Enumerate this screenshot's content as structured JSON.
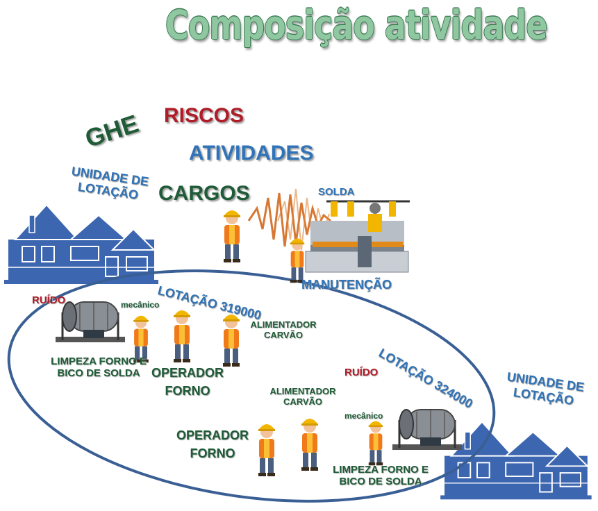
{
  "title": "Composição atividade",
  "labels": {
    "ghe": "GHE",
    "riscos": "RISCOS",
    "atividades": "ATIVIDADES",
    "cargos": "CARGOS",
    "unidade_top_1": "UNIDADE DE",
    "unidade_top_2": "LOTAÇÃO",
    "solda": "SOLDA",
    "manutencao": "MANUTENÇÃO",
    "lotacao_1": "LOTAÇÃO 319000",
    "lotacao_2": "LOTAÇÃO 324000",
    "unidade_bottom_1": "UNIDADE DE",
    "unidade_bottom_2": "LOTAÇÃO"
  },
  "group1": {
    "ruido": "RUÍDO",
    "mecanico": "mecânico",
    "limpeza_1": "LIMPEZA FORNO E",
    "limpeza_2": "BICO DE SOLDA",
    "operador_1": "OPERADOR",
    "operador_2": "FORNO",
    "alimentador_1": "ALIMENTADOR",
    "alimentador_2": "CARVÃO"
  },
  "group2": {
    "ruido": "RUÍDO",
    "mecanico": "mecânico",
    "limpeza_1": "LIMPEZA FORNO E",
    "limpeza_2": "BICO DE SOLDA",
    "operador_1": "OPERADOR",
    "operador_2": "FORNO",
    "alimentador_1": "ALIMENTADOR",
    "alimentador_2": "CARVÃO"
  },
  "colors": {
    "green": "#1e5b36",
    "blue": "#2f73b8",
    "red": "#b01c28",
    "house": "#3d66b0",
    "ellipse": "#3a5f95",
    "noise": "#d2691e"
  },
  "icons": [
    "house-icon",
    "worker-icon",
    "furnace-icon",
    "welding-line-icon",
    "sound-wave-icon"
  ]
}
